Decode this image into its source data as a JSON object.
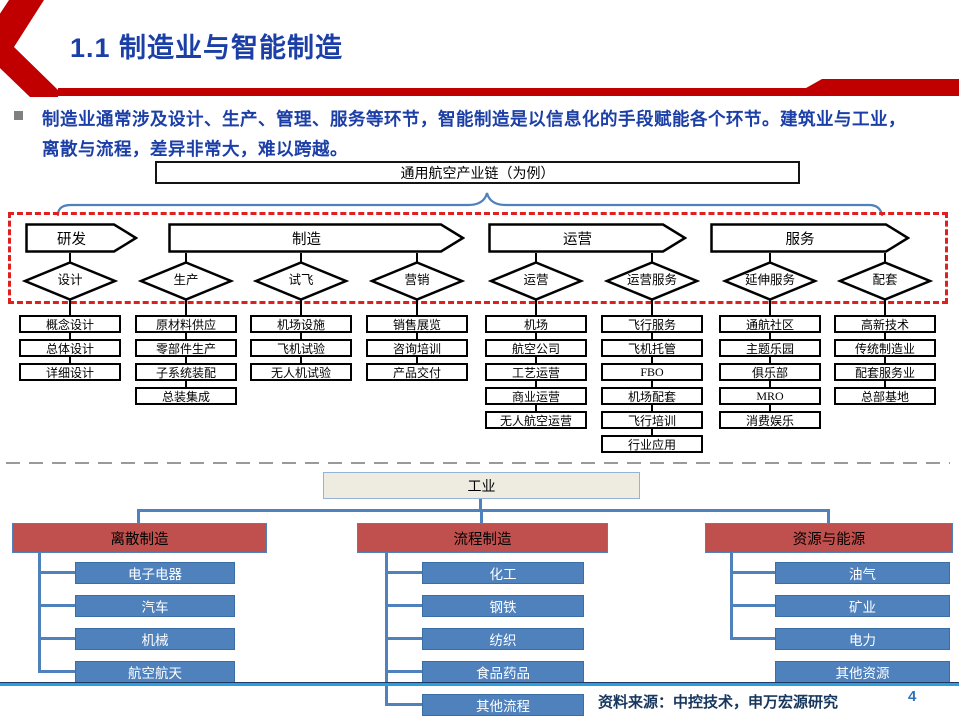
{
  "slide": {
    "title": "1.1 制造业与智能制造",
    "bullet": {
      "line1": "制造业通常涉及设计、生产、管理、服务等环节，智能制造是以信息化的手段赋能各个环节。建筑业与工业，",
      "line2": "离散与流程，差异非常大，难以跨越。"
    },
    "source_note": "资料来源：中控技术，申万宏源研究",
    "page_number": "4"
  },
  "chain": {
    "title": "通用航空产业链（为例）",
    "stages": [
      {
        "label": "研发"
      },
      {
        "label": "制造"
      },
      {
        "label": "运营"
      },
      {
        "label": "服务"
      }
    ],
    "columns": [
      {
        "label": "设计",
        "items": [
          "概念设计",
          "总体设计",
          "详细设计"
        ]
      },
      {
        "label": "生产",
        "items": [
          "原材料供应",
          "零部件生产",
          "子系统装配",
          "总装集成"
        ]
      },
      {
        "label": "试飞",
        "items": [
          "机场设施",
          "飞机试验",
          "无人机试验"
        ]
      },
      {
        "label": "营销",
        "items": [
          "销售展览",
          "咨询培训",
          "产品交付"
        ]
      },
      {
        "label": "运营",
        "items": [
          "机场",
          "航空公司",
          "工艺运营",
          "商业运营",
          "无人航空运营"
        ]
      },
      {
        "label": "运营服务",
        "items": [
          "飞行服务",
          "飞机托管",
          "FBO",
          "机场配套",
          "飞行培训",
          "行业应用"
        ]
      },
      {
        "label": "延伸服务",
        "items": [
          "通航社区",
          "主题乐园",
          "俱乐部",
          "MRO",
          "消费娱乐"
        ]
      },
      {
        "label": "配套",
        "items": [
          "高新技术",
          "传统制造业",
          "配套服务业",
          "总部基地"
        ]
      }
    ]
  },
  "industry": {
    "root": "工业",
    "groups": [
      {
        "label": "离散制造",
        "items": [
          "电子电器",
          "汽车",
          "机械",
          "航空航天"
        ]
      },
      {
        "label": "流程制造",
        "items": [
          "化工",
          "钢铁",
          "纺织",
          "食品药品",
          "其他流程"
        ]
      },
      {
        "label": "资源与能源",
        "items": [
          "油气",
          "矿业",
          "电力",
          "其他资源"
        ]
      }
    ]
  },
  "colors": {
    "accent_red": "#C00000",
    "dashed_red": "#E01F1F",
    "title_blue": "#1B3FA6",
    "box_blue": "#4F81BD",
    "box_red": "#C0504D",
    "root_beige": "#EEECE1",
    "footer_line_blue": "#2B9FDC",
    "footer_text_navy": "#17375E"
  }
}
